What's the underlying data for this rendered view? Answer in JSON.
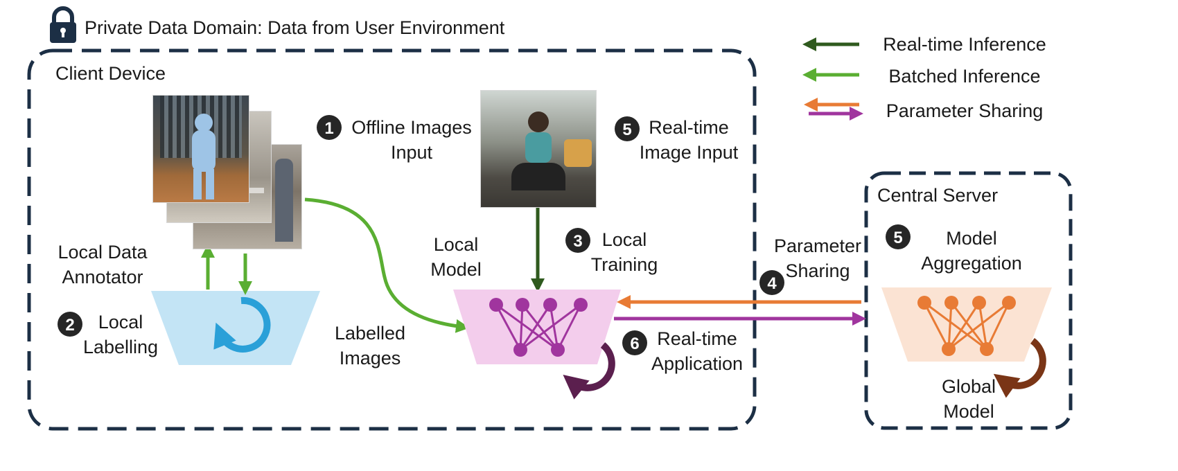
{
  "header": {
    "title": "Private Data Domain: Data from User Environment"
  },
  "legend": {
    "items": [
      {
        "label": "Real-time Inference",
        "color": "#2f5a1e"
      },
      {
        "label": "Batched Inference",
        "color": "#5aae32"
      },
      {
        "label": "Parameter Sharing",
        "colors": [
          "#e87b35",
          "#a0359e"
        ]
      }
    ]
  },
  "client": {
    "title": "Client Device",
    "step1_num": "1",
    "step1_line1": "Offline Images",
    "step1_line2": "Input",
    "step5_num": "5",
    "step5_line1": "Real-time",
    "step5_line2": "Image Input",
    "annotator_line1": "Local Data",
    "annotator_line2": "Annotator",
    "step2_num": "2",
    "step2_line1": "Local",
    "step2_line2": "Labelling",
    "labelled_line1": "Labelled",
    "labelled_line2": "Images",
    "model_line1": "Local",
    "model_line2": "Model",
    "step3_num": "3",
    "step3_line1": "Local",
    "step3_line2": "Training",
    "step6_num": "6",
    "step6_line1": "Real-time",
    "step6_line2": "Application"
  },
  "sharing": {
    "line1": "Parameter",
    "line2": "Sharing",
    "step4_num": "4"
  },
  "server": {
    "title": "Central Server",
    "step5_num": "5",
    "agg_line1": "Model",
    "agg_line2": "Aggregation",
    "global_line1": "Global",
    "global_line2": "Model"
  },
  "colors": {
    "border": "#1c2f45",
    "dark_green": "#2f5a1e",
    "light_green": "#5aae32",
    "orange": "#e87b35",
    "purple": "#a0359e",
    "dark_purple": "#5b1f4e",
    "brown": "#7a3516",
    "annotator_fill": "#c3e4f5",
    "annotator_arrow": "#2aa0d8",
    "local_model_fill": "#f3cdec",
    "global_model_fill": "#fbe3d3",
    "badge": "#262626"
  }
}
